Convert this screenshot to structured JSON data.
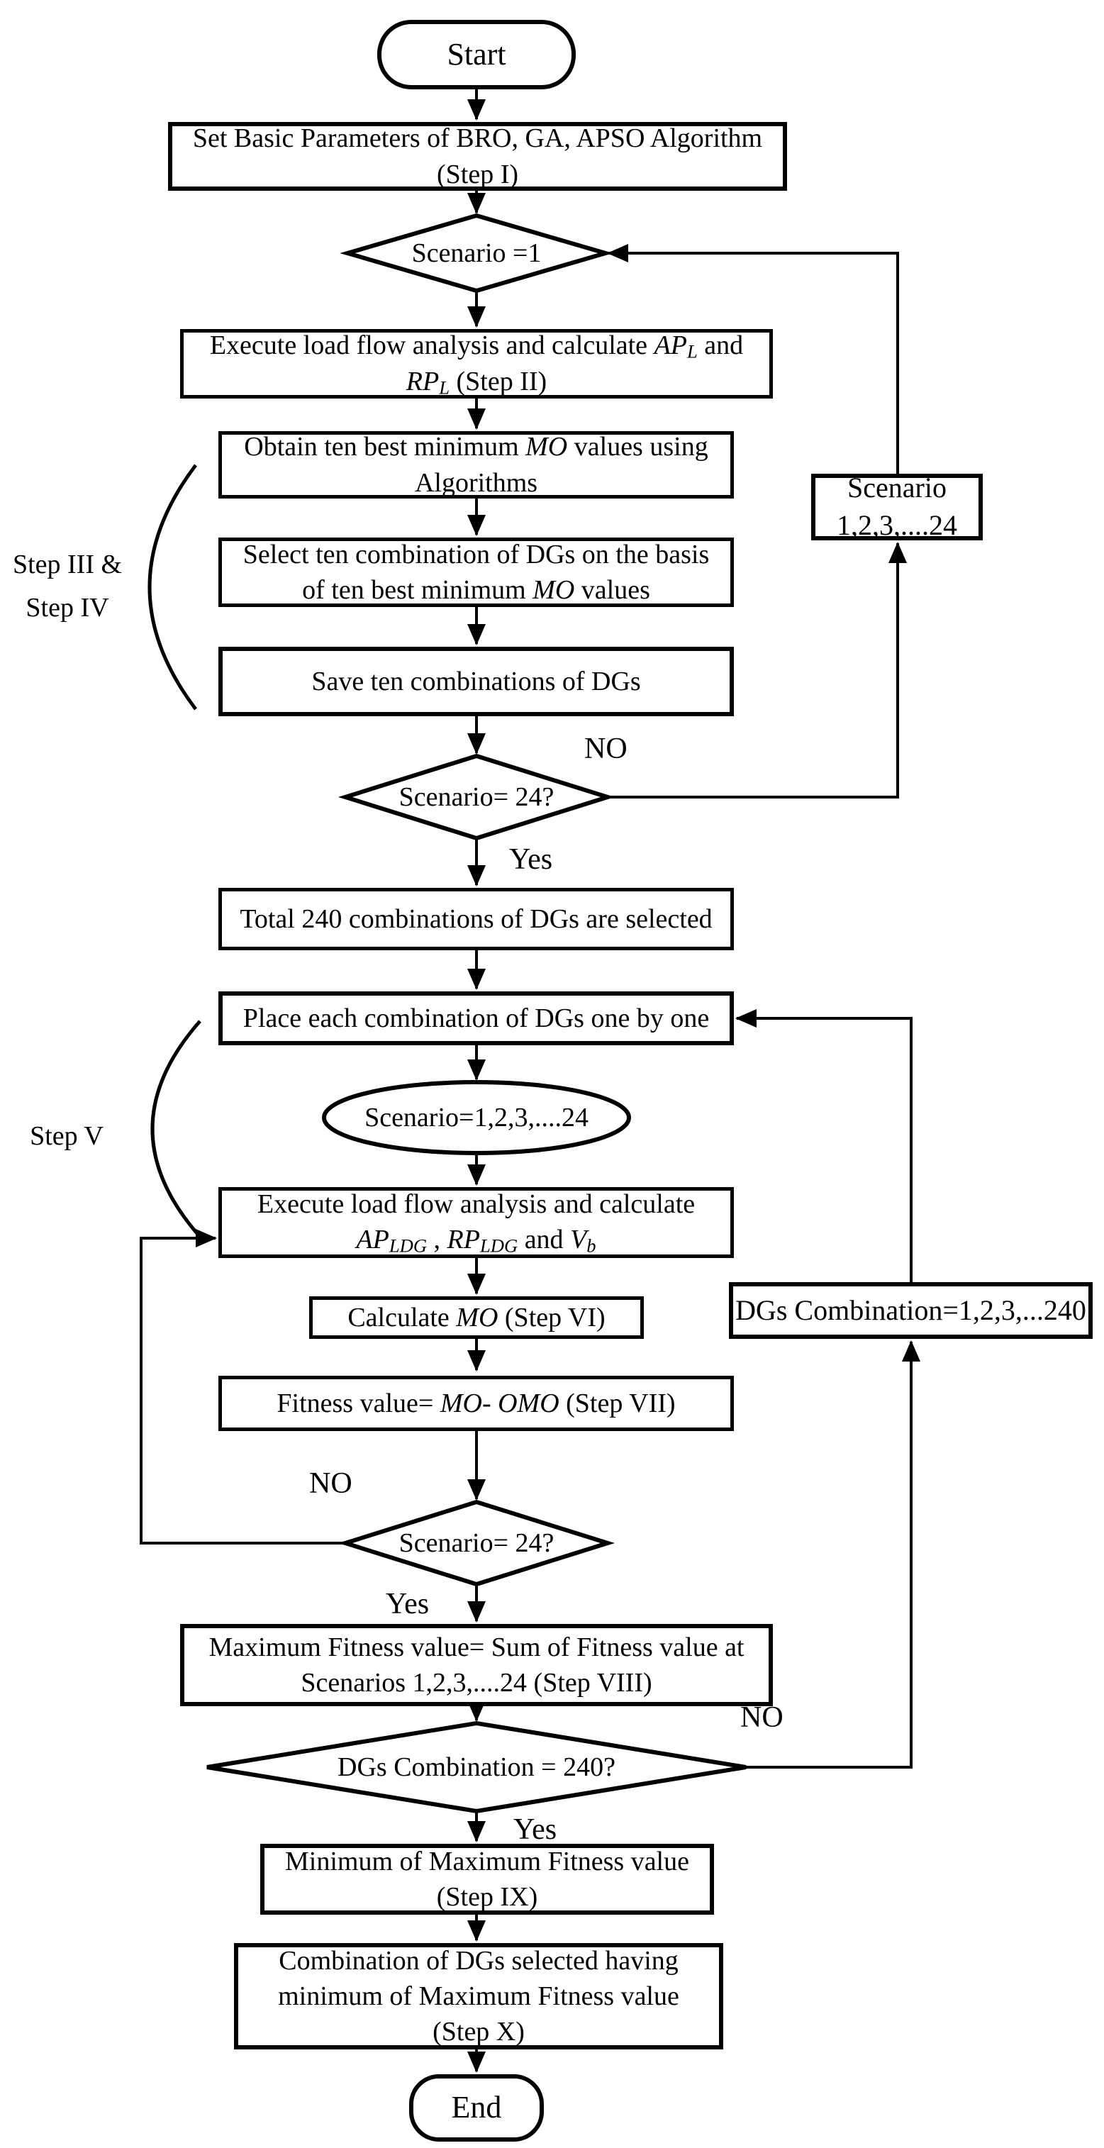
{
  "page": {
    "background": "#ffffff",
    "ink": "#000000"
  },
  "nodes": {
    "start": "Start",
    "set_params": {
      "l1": "Set Basic Parameters of BRO, GA, APSO Algorithm",
      "l2": "(Step I)"
    },
    "scenario_init_diamond": "Scenario =1",
    "load_flow": {
      "l1a": "Execute load flow analysis and calculate ",
      "l1b": "AP",
      "l1c": "L",
      "l1d": " and",
      "l2a": "RP",
      "l2b": "L",
      "l2c": " (Step II)"
    },
    "obtain_mo": {
      "l1a": "Obtain ten best minimum ",
      "l1b": "MO",
      "l1c": " values using",
      "l2": "Algorithms"
    },
    "select_dgs": {
      "l1": "Select ten combination of DGs on the basis",
      "l2a": "of ten best minimum ",
      "l2b": "MO",
      "l2c": " values"
    },
    "save_dgs": "Save ten combinations of DGs",
    "scenario24_diamond_1": "Scenario= 24?",
    "total_240": "Total 240 combinations of DGs are selected",
    "place_each": "Place each combination of DGs one by one",
    "scenario_ellipse": "Scenario=1,2,3,....24",
    "load_flow_ldg": {
      "l1": "Execute load flow analysis and calculate",
      "l2a": "AP",
      "l2b": "LDG",
      "l2c": " , ",
      "l2d": "RP",
      "l2e": "LDG",
      "l2f": " and ",
      "l2g": "V",
      "l2h": "b"
    },
    "calc_mo": {
      "a": "Calculate ",
      "b": "MO",
      "c": " (Step VI)"
    },
    "fitness": {
      "a": "Fitness value= ",
      "b": "MO",
      "c": "- ",
      "d": "OMO",
      "e": " (Step VII)"
    },
    "scenario24_diamond_2": "Scenario= 24?",
    "max_fitness": {
      "l1": "Maximum Fitness value= Sum of Fitness value at",
      "l2": "Scenarios 1,2,3,....24 (Step VIII)"
    },
    "dgs240_diamond": "DGs Combination = 240?",
    "min_of_max": {
      "l1": "Minimum of Maximum Fitness value",
      "l2": "(Step IX)"
    },
    "combo_selected": {
      "l1": "Combination of DGs selected having",
      "l2": "minimum of Maximum Fitness value",
      "l3": "(Step X)"
    },
    "end": "End",
    "scenario_loop_box": {
      "l1": "Scenario",
      "l2": "1,2,3,....24"
    },
    "dgs_loop_box": "DGs Combination=1,2,3,...240"
  },
  "labels": {
    "no1": "NO",
    "yes1": "Yes",
    "no2": "NO",
    "yes2": "Yes",
    "no3": "NO",
    "yes3": "Yes",
    "step34": {
      "l1": "Step III &",
      "l2": "Step IV"
    },
    "step5": "Step V"
  }
}
